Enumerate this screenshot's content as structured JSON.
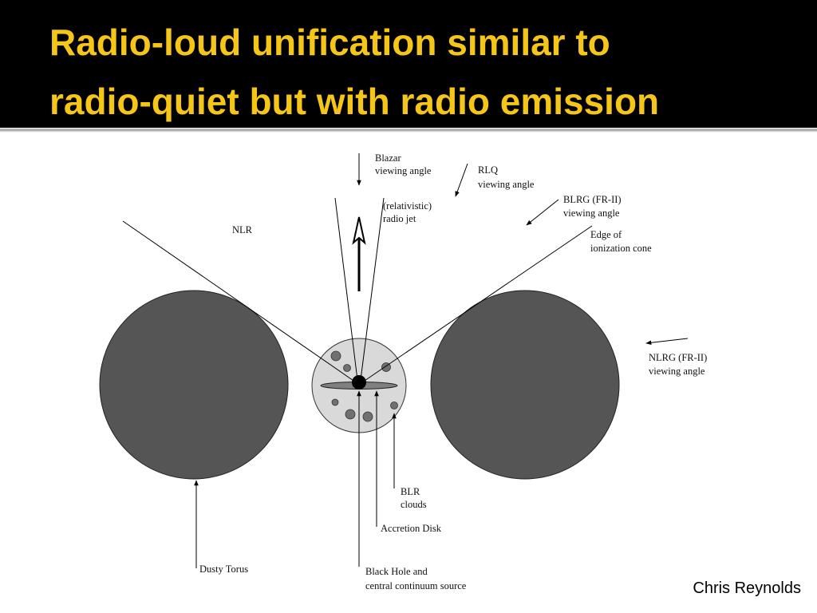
{
  "slide": {
    "title_line1": "Radio-loud unification similar to",
    "title_line2": "radio-quiet but with radio emission",
    "credit": "Chris Reynolds"
  },
  "colors": {
    "title_bar": "#000000",
    "title_text": "#f5c518",
    "torus_fill": "#555555",
    "blr_region_fill": "#d9d9d9",
    "blr_cloud_fill": "#707070",
    "disk_fill": "#808080"
  },
  "labels": {
    "blazar_l1": "Blazar",
    "blazar_l2": "viewing angle",
    "jet_l1": "(relativistic)",
    "jet_l2": "radio jet",
    "rlq_l1": "RLQ",
    "rlq_l2": "viewing angle",
    "blrg_l1": "BLRG (FR-II)",
    "blrg_l2": "viewing angle",
    "edge_l1": "Edge of",
    "edge_l2": "ionization cone",
    "nlr": "NLR",
    "nlrg_l1": "NLRG (FR-II)",
    "nlrg_l2": "viewing angle",
    "blr_l1": "BLR",
    "blr_l2": "clouds",
    "disk": "Accretion Disk",
    "torus": "Dusty Torus",
    "bh_l1": "Black Hole and",
    "bh_l2": "central continuum source"
  }
}
